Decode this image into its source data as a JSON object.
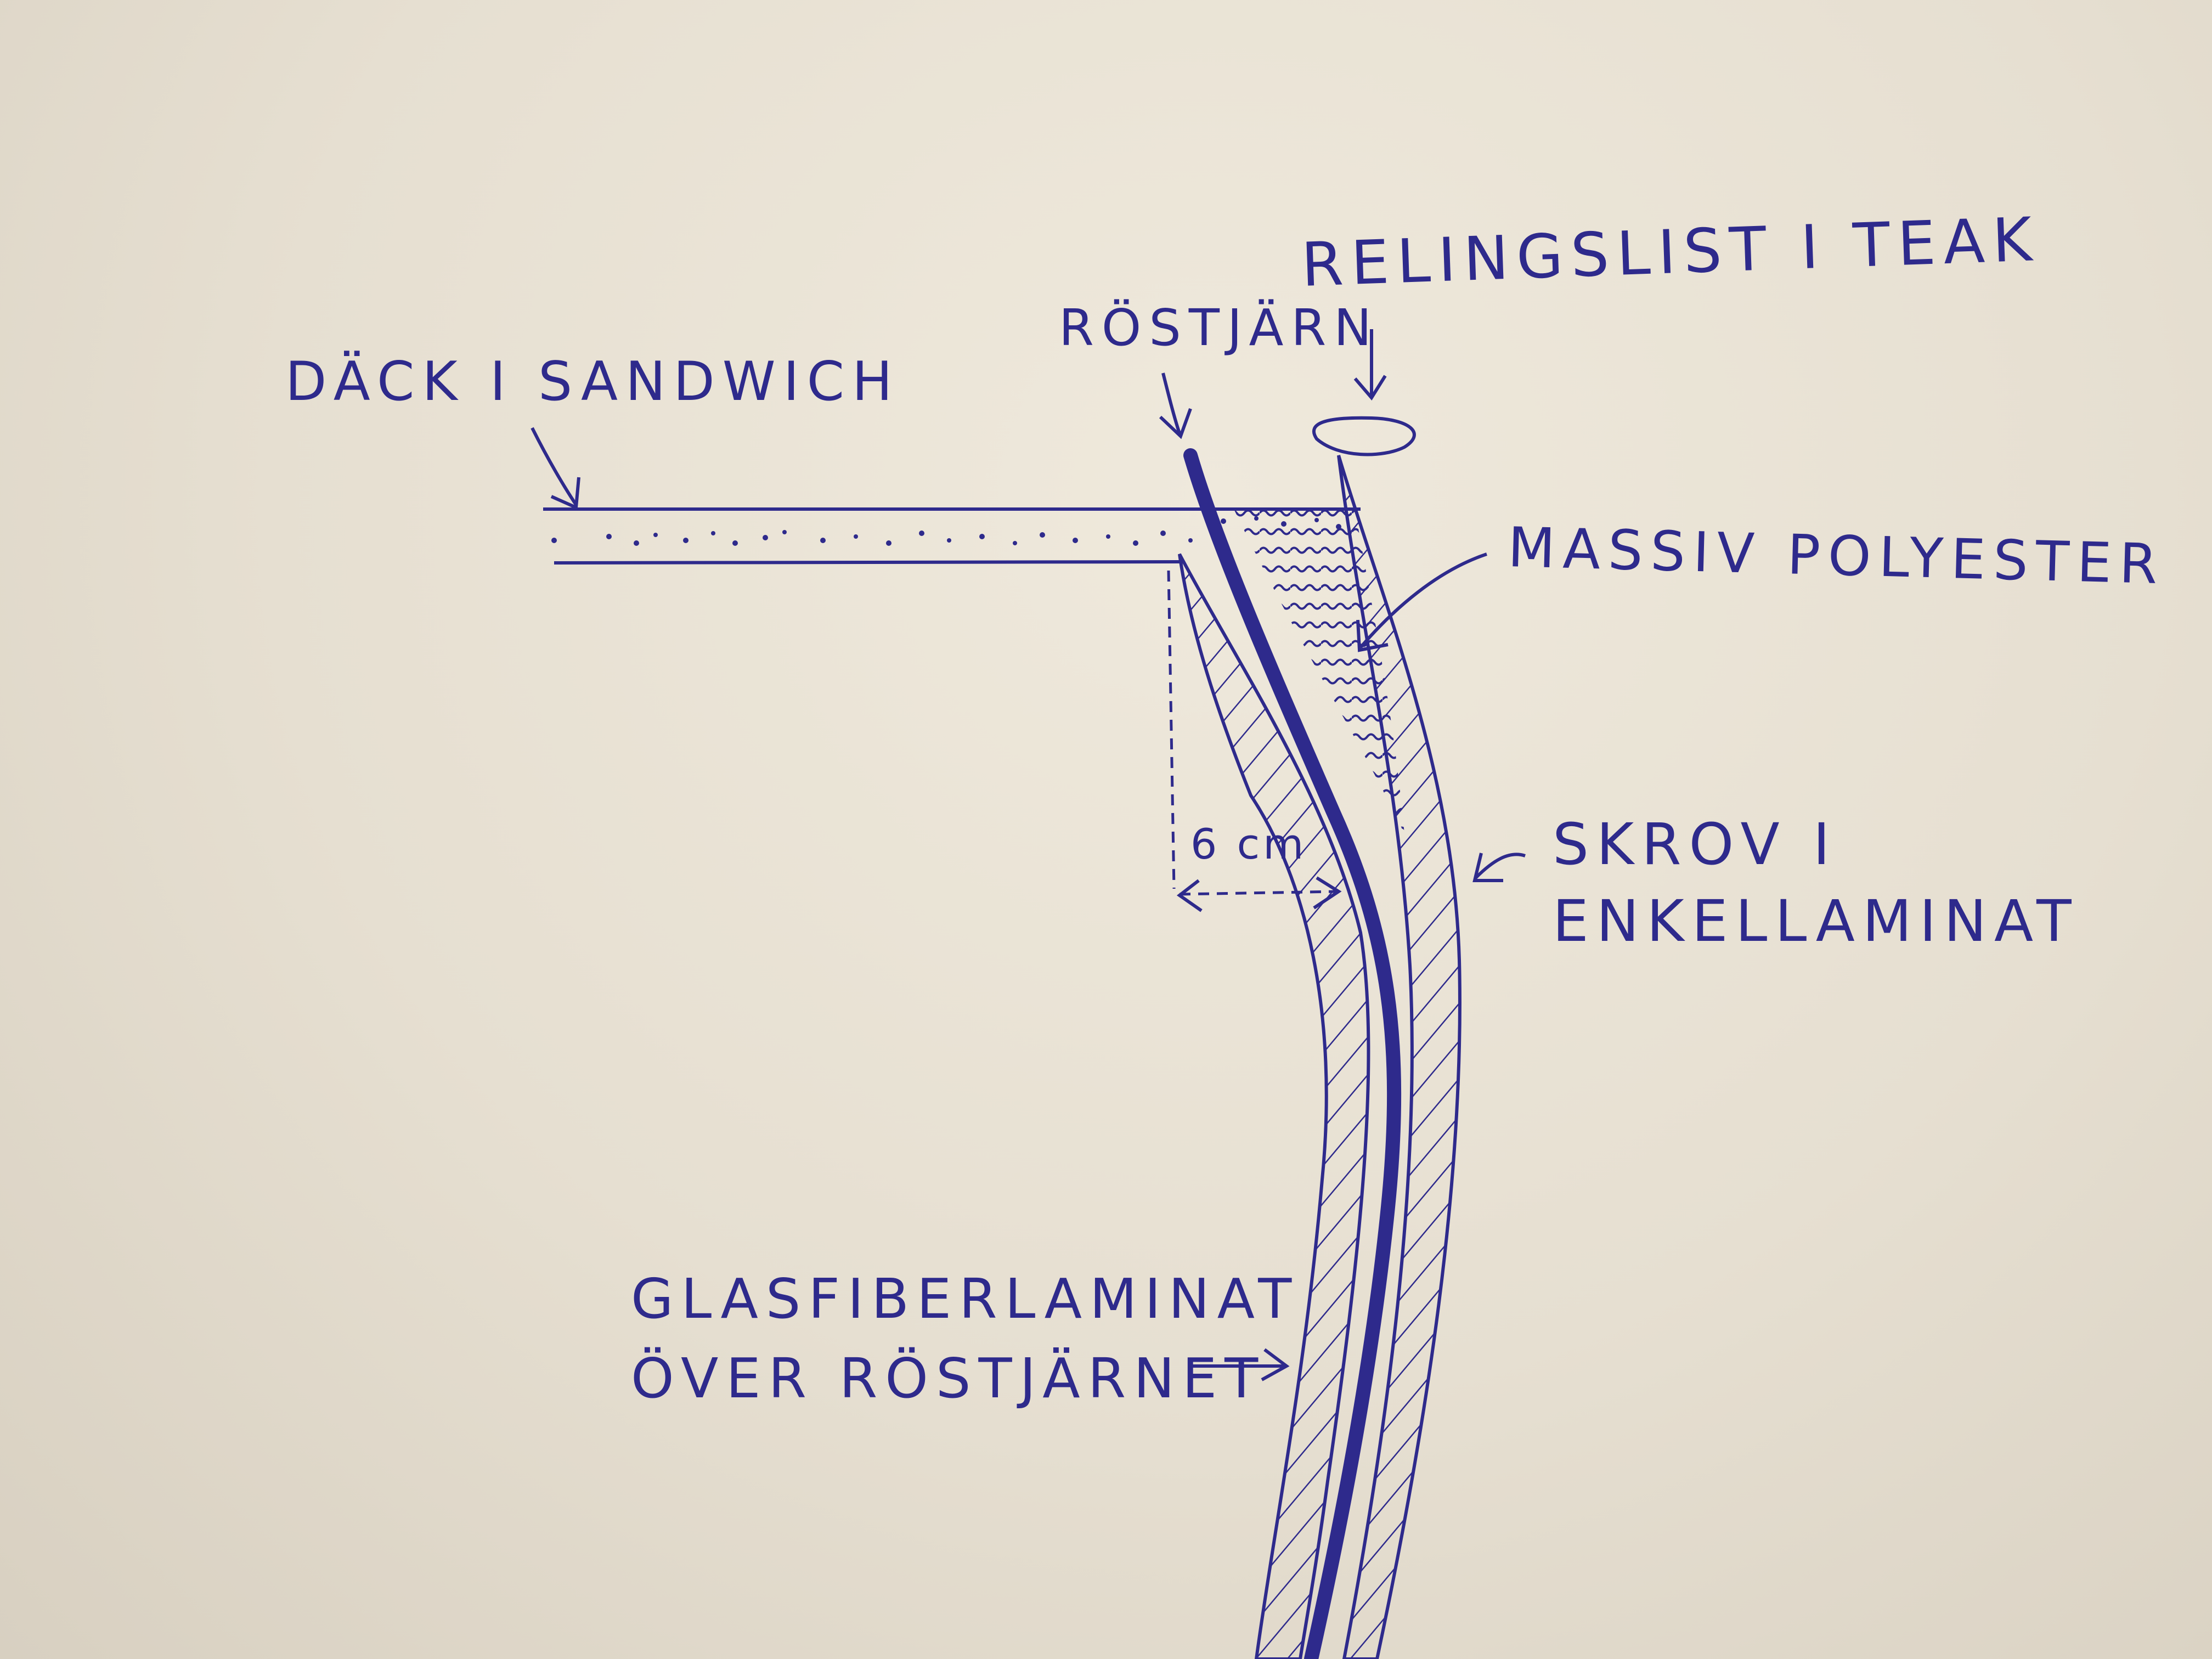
{
  "labels": {
    "relingslist": "RELINGSLIST I TEAK",
    "rostjarn": "RÖSTJÄRN",
    "dack": "DÄCK I SANDWICH",
    "massiv": "MASSIV POLYESTER",
    "skrov_line1": "SKROV I",
    "skrov_line2": "ENKELLAMINAT",
    "dimension": "6 cm",
    "glasfiber_line1": "GLASFIBERLAMINAT",
    "glasfiber_line2": "ÖVER RÖSTJÄRNET"
  },
  "colors": {
    "ink": "#2e2a8c",
    "paper": "#e9e3d6"
  }
}
